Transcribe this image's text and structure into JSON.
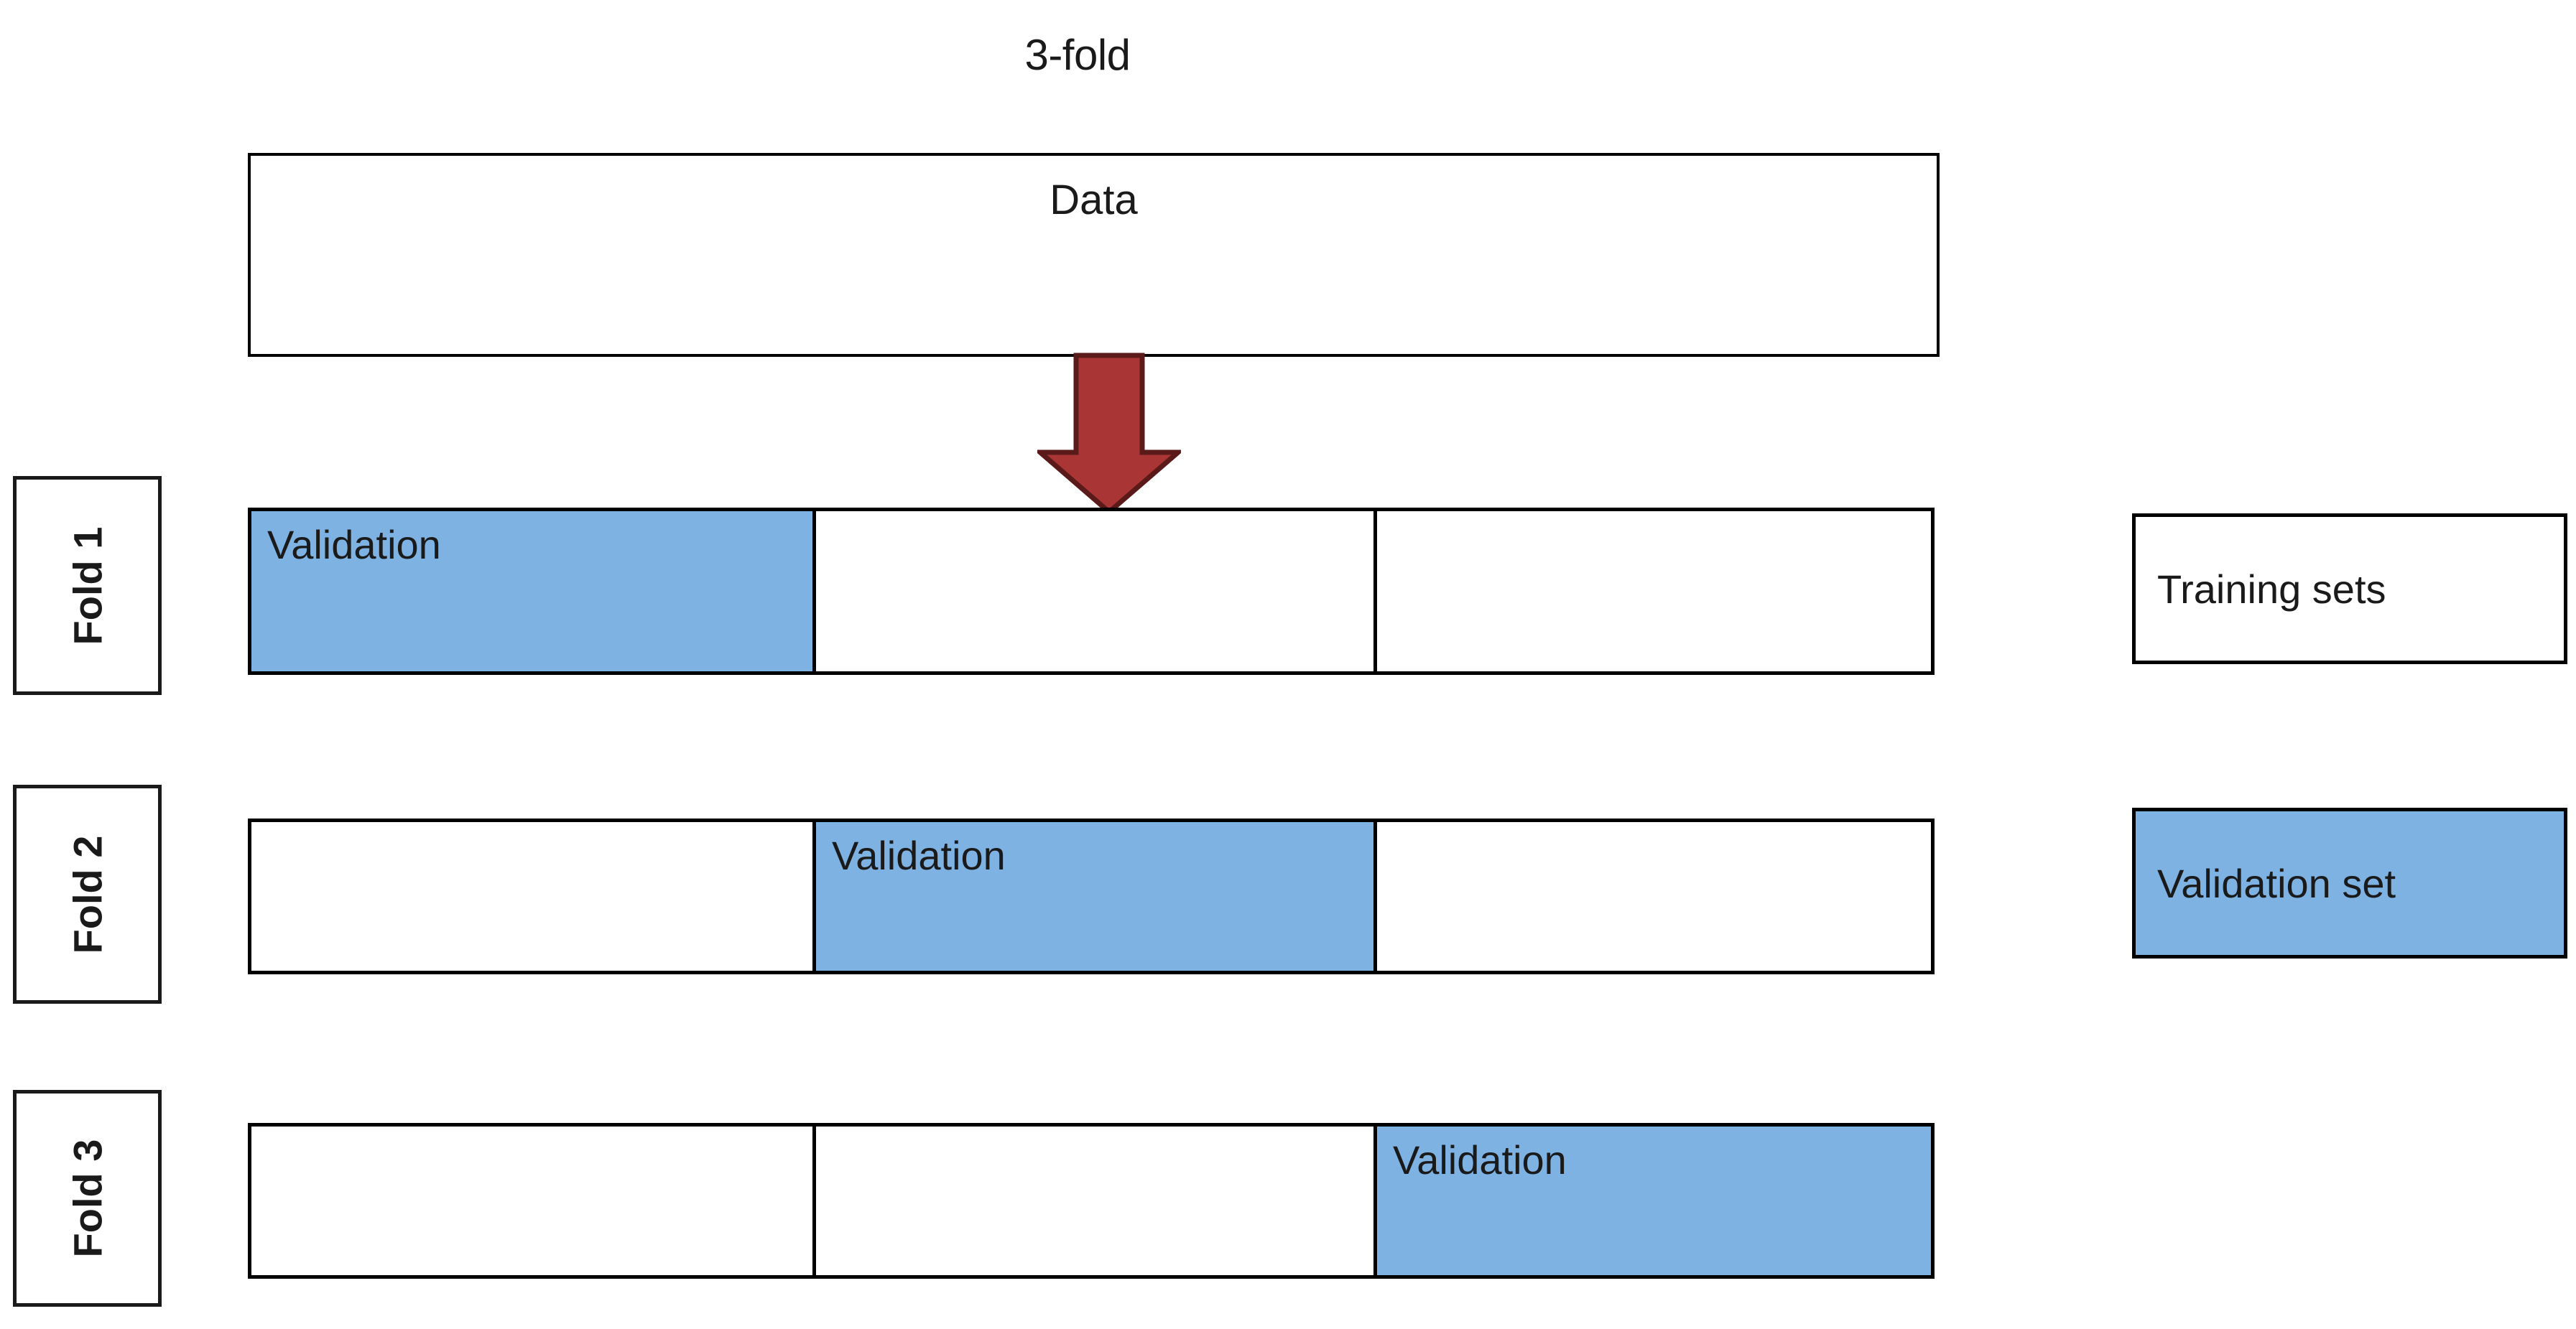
{
  "title": "3-fold",
  "data_box": {
    "label": "Data"
  },
  "arrow": {
    "name": "down-arrow-icon",
    "color": "#A93534",
    "outline_color": "#5B1A1A"
  },
  "colors": {
    "validation_fill": "#7db2e3",
    "box_border": "#000000",
    "text": "#1a1a1a",
    "background": "#ffffff"
  },
  "folds": [
    {
      "label": "Fold 1",
      "cells": [
        {
          "label": "Validation",
          "highlighted": true
        },
        {
          "label": "",
          "highlighted": false
        },
        {
          "label": "",
          "highlighted": false
        }
      ]
    },
    {
      "label": "Fold 2",
      "cells": [
        {
          "label": "",
          "highlighted": false
        },
        {
          "label": "Validation",
          "highlighted": true
        },
        {
          "label": "",
          "highlighted": false
        }
      ]
    },
    {
      "label": "Fold 3",
      "cells": [
        {
          "label": "",
          "highlighted": false
        },
        {
          "label": "",
          "highlighted": false
        },
        {
          "label": "Validation",
          "highlighted": true
        }
      ]
    }
  ],
  "legend": [
    {
      "label": "Training sets",
      "highlighted": false
    },
    {
      "label": "Validation set",
      "highlighted": true
    }
  ]
}
